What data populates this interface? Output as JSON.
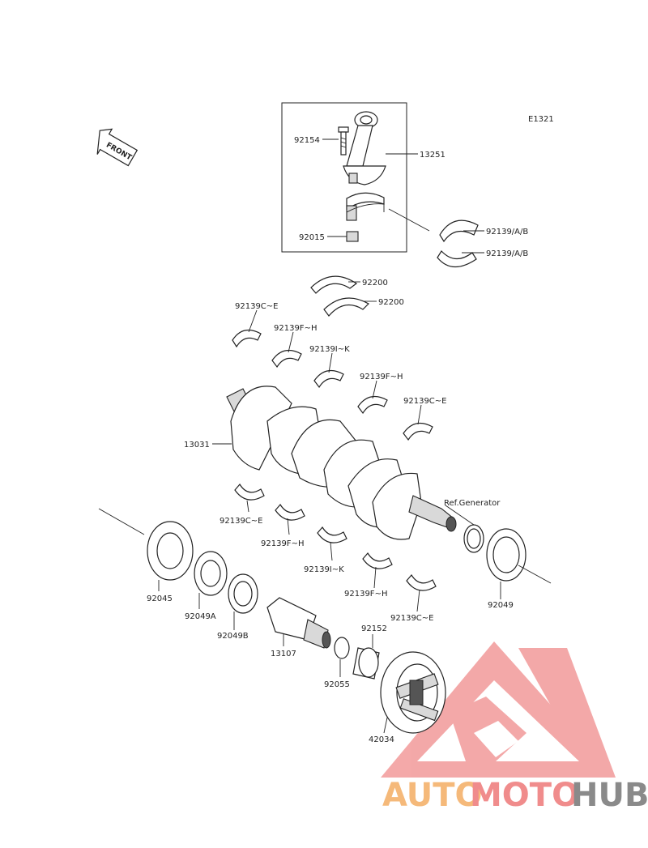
{
  "diagram": {
    "code": "E1321",
    "front_label": "FRONT",
    "parts": [
      {
        "id": "13251",
        "label": "13251"
      },
      {
        "id": "92154",
        "label": "92154"
      },
      {
        "id": "92015",
        "label": "92015"
      },
      {
        "id": "92139ab_1",
        "label": "92139/A/B"
      },
      {
        "id": "92139ab_2",
        "label": "92139/A/B"
      },
      {
        "id": "92200_1",
        "label": "92200"
      },
      {
        "id": "92200_2",
        "label": "92200"
      },
      {
        "id": "92139ce_u1",
        "label": "92139C~E"
      },
      {
        "id": "92139fh_u1",
        "label": "92139F~H"
      },
      {
        "id": "92139ik_u",
        "label": "92139I~K"
      },
      {
        "id": "92139fh_u2",
        "label": "92139F~H"
      },
      {
        "id": "92139ce_u2",
        "label": "92139C~E"
      },
      {
        "id": "13031",
        "label": "13031"
      },
      {
        "id": "ref_generator",
        "label": "Ref.Generator"
      },
      {
        "id": "92139ce_l1",
        "label": "92139C~E"
      },
      {
        "id": "92139fh_l1",
        "label": "92139F~H"
      },
      {
        "id": "92139ik_l",
        "label": "92139I~K"
      },
      {
        "id": "92139fh_l2",
        "label": "92139F~H"
      },
      {
        "id": "92139ce_l2",
        "label": "92139C~E"
      },
      {
        "id": "92045",
        "label": "92045"
      },
      {
        "id": "92049A",
        "label": "92049A"
      },
      {
        "id": "92049B",
        "label": "92049B"
      },
      {
        "id": "92049",
        "label": "92049"
      },
      {
        "id": "13107",
        "label": "13107"
      },
      {
        "id": "92055",
        "label": "92055"
      },
      {
        "id": "92152",
        "label": "92152"
      },
      {
        "id": "42034",
        "label": "42034"
      }
    ]
  },
  "watermark": {
    "auto": "AUTO",
    "moto": "MOTO",
    "hub": "HUB",
    "color_auto": "#f5b97a",
    "color_moto": "#f08c8c",
    "color_hub": "#8a8a8a",
    "color_logo": "#f08c8c"
  }
}
